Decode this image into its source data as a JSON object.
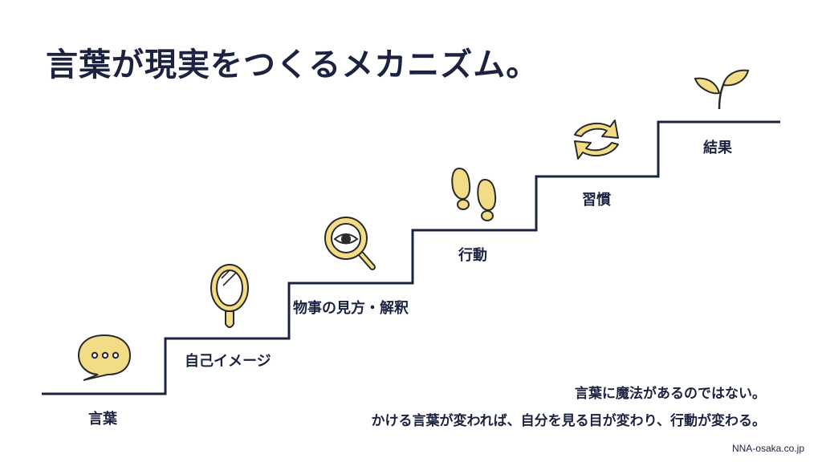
{
  "title": "言葉が現実をつくるメカニズム。",
  "steps": [
    {
      "label": "言葉",
      "icon": "speech-bubble-icon"
    },
    {
      "label": "自己イメージ",
      "icon": "hand-mirror-icon"
    },
    {
      "label": "物事の見方・解釈",
      "icon": "magnifier-eye-icon"
    },
    {
      "label": "行動",
      "icon": "footprints-icon"
    },
    {
      "label": "習慣",
      "icon": "cycle-arrows-icon"
    },
    {
      "label": "結果",
      "icon": "sprout-icon"
    }
  ],
  "message": {
    "line1": "言葉に魔法があるのではない。",
    "line2": "かける言葉が変われば、自分を見る目が変わり、行動が変わる。"
  },
  "credit": "NNA-osaka.co.jp",
  "colors": {
    "navy": "#1b2340",
    "icon_fill": "#f3dc86",
    "icon_stroke": "#2a2a2a"
  }
}
